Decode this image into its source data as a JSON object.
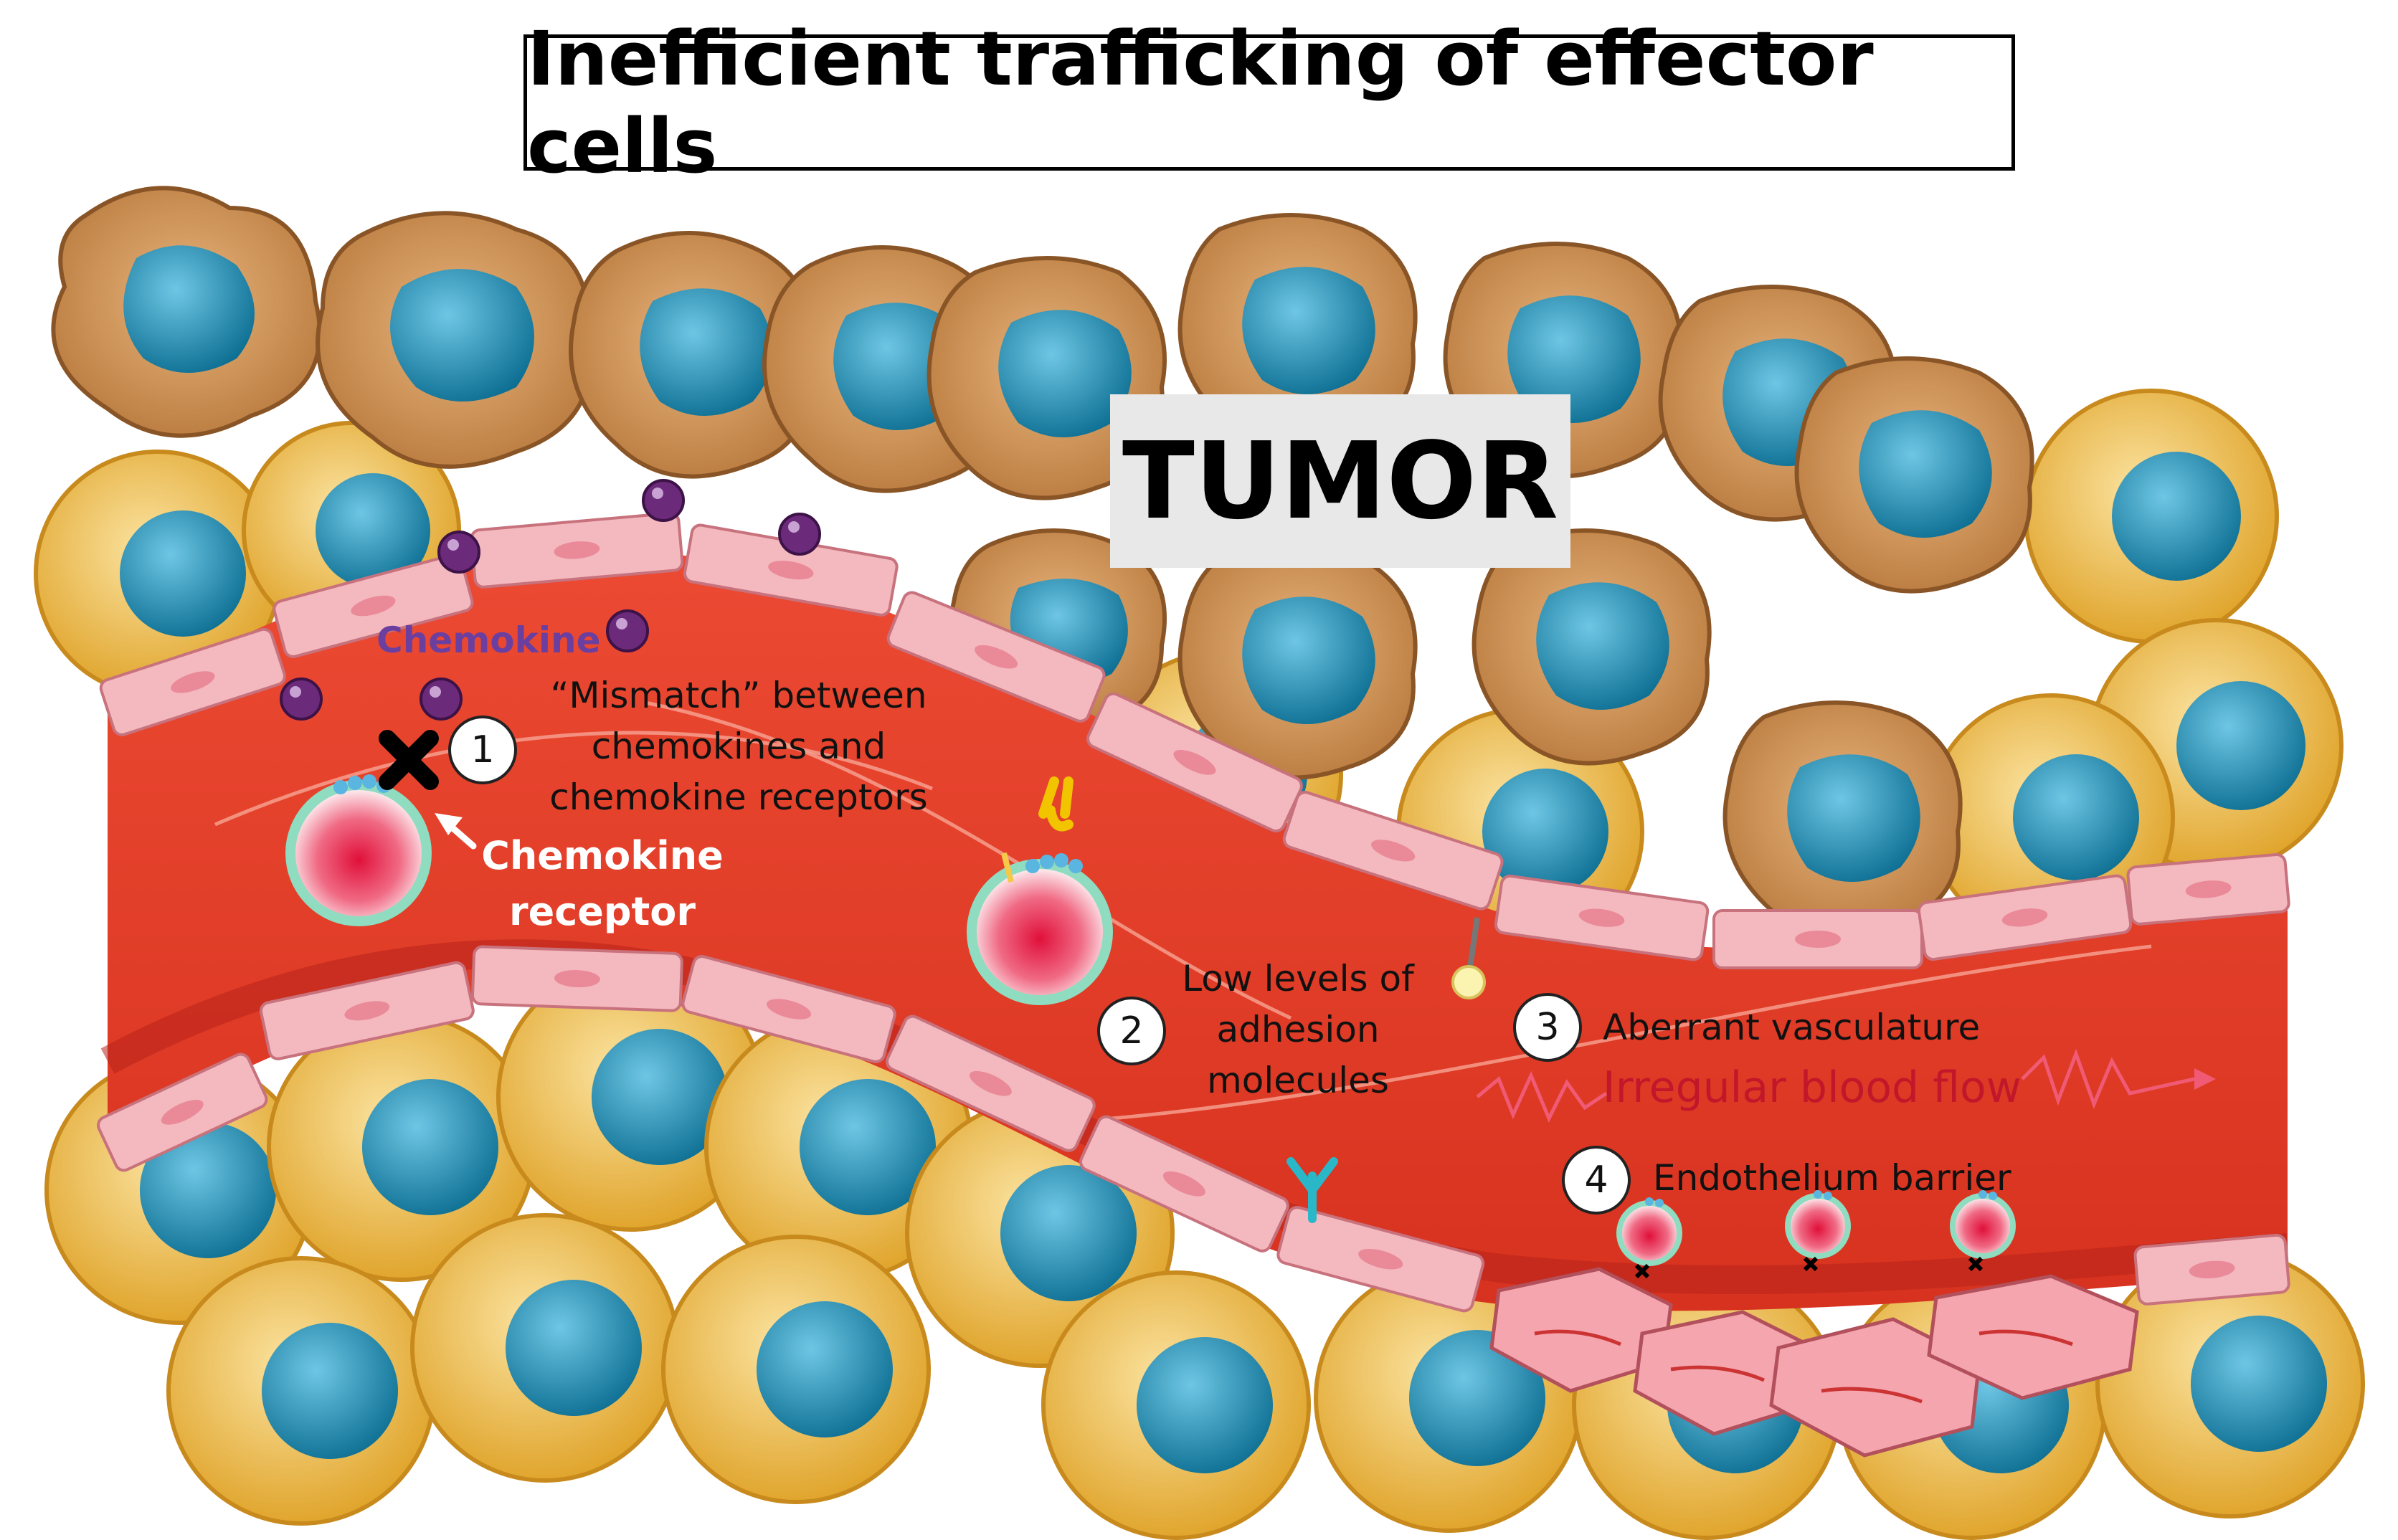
{
  "title": "Inefficient trafficking of effector cells",
  "region_label": "TUMOR",
  "labels": {
    "chemokine": "Chemokine",
    "mismatch": [
      "“Mismatch” between",
      "chemokines and",
      "chemokine receptors"
    ],
    "receptor": [
      "Chemokine",
      "receptor"
    ],
    "adhesion": [
      "Low levels of",
      "adhesion",
      "molecules"
    ],
    "aberrant": "Aberrant vasculature",
    "irregular_flow": "Irregular blood flow",
    "endothelium": "Endothelium  barrier"
  },
  "steps": [
    "1",
    "2",
    "3",
    "4"
  ],
  "colors": {
    "vessel": "#e8412c",
    "vessel_dark": "#c92b1e",
    "endothelial": "#f4b8bf",
    "tumor_cell": "#d49a5e",
    "tumor_nucleus": "#1e88b0",
    "normal_cell": "#f2c24e",
    "normal_nucleus": "#1592b4",
    "chemokine": "#6b2a7a",
    "effector_ring": "#b9efd8",
    "flow_line": "#c0182a"
  }
}
